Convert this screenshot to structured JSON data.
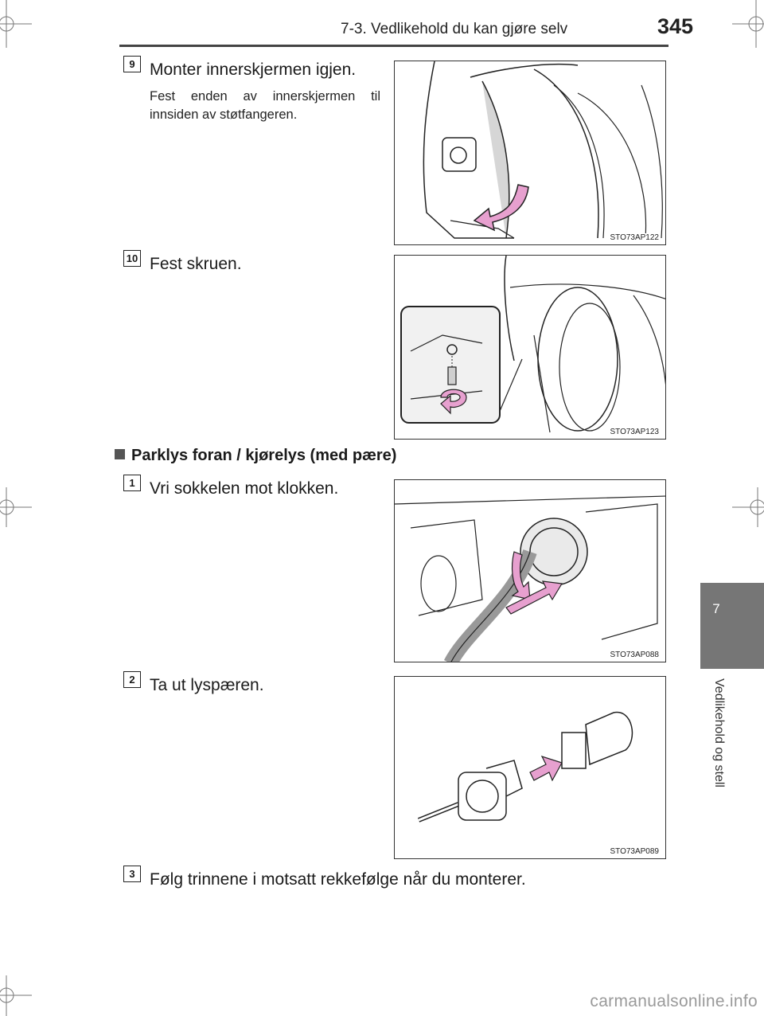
{
  "header": {
    "section_title": "7-3. Vedlikehold du kan gjøre selv",
    "page_number": "345"
  },
  "side_tab": {
    "chapter_number": "7",
    "chapter_label": "Vedlikehold og stell"
  },
  "steps_a": [
    {
      "number": "9",
      "title": "Monter innerskjermen igjen.",
      "detail": "Fest enden av innerskjermen til innsiden av støtfangeren.",
      "figure_code": "STO73AP122"
    },
    {
      "number": "10",
      "title": "Fest skruen.",
      "figure_code": "STO73AP123"
    }
  ],
  "section": {
    "heading": "Parklys foran / kjørelys (med pære)"
  },
  "steps_b": [
    {
      "number": "1",
      "title": "Vri sokkelen mot klokken.",
      "figure_code": "STO73AP088"
    },
    {
      "number": "2",
      "title": "Ta ut lyspæren.",
      "figure_code": "STO73AP089"
    },
    {
      "number": "3",
      "title": "Følg trinnene i motsatt rekkefølge når du monterer."
    }
  ],
  "colors": {
    "arrow_pink": "#e7a0cf",
    "tab_gray": "#767676"
  },
  "footer": {
    "watermark": "carmanualsonline.info"
  }
}
